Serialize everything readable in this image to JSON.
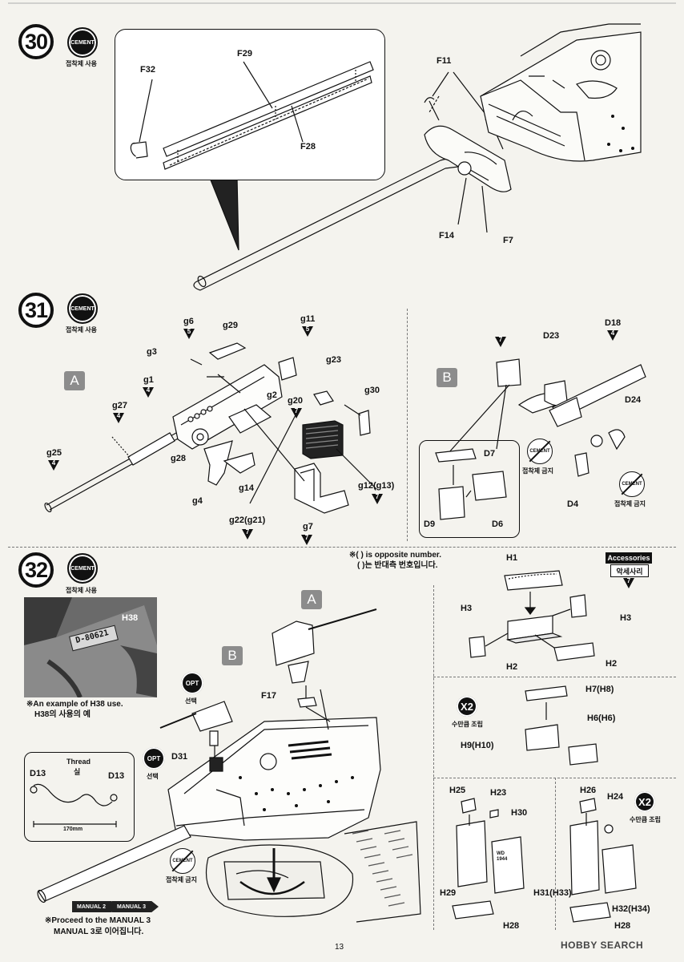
{
  "page_number": "13",
  "watermark": "HOBBY SEARCH",
  "cement_label": "CEMENT",
  "cement_sub": "접착제 사용",
  "no_cement_sub": "접착제 금지",
  "steps": {
    "s30": {
      "number": "30",
      "labels": {
        "F29": "F29",
        "F32": "F32",
        "F28": "F28",
        "F11": "F11",
        "F14": "F14",
        "F7": "F7"
      }
    },
    "s31": {
      "number": "31",
      "panel_a": "A",
      "panel_b": "B",
      "a_labels": {
        "g6": "g6",
        "g6n": "5",
        "g29": "g29",
        "g11": "g11",
        "g11n": "5",
        "g3": "g3",
        "g23": "g23",
        "g1": "g1",
        "g1n": "4",
        "g2": "g2",
        "g20": "g20",
        "g20n": "7",
        "g30": "g30",
        "g27": "g27",
        "g27n": "4",
        "g28": "g28",
        "g25": "g25",
        "g25n": "4",
        "g14": "g14",
        "g12": "g12(g13)",
        "g12n": "7",
        "g4": "g4",
        "g22": "g22(g21)",
        "g22n": "7",
        "g7": "g7",
        "g7n": "7"
      },
      "b_labels": {
        "D23": "D23",
        "D18": "D18",
        "D18n": "4",
        "bn": "7",
        "D24": "D24",
        "D7": "D7",
        "D9": "D9",
        "D6": "D6",
        "D4": "D4"
      }
    },
    "s32": {
      "number": "32",
      "opposite_note_en": "※( ) is opposite number.",
      "opposite_note_ko": "( )는 반대측 번호입니다.",
      "photo_label": "H38",
      "photo_plate": "D-80621",
      "photo_caption_en": "※An example of H38 use.",
      "photo_caption_ko": "H38의 사용의 예",
      "thread_en": "Thread",
      "thread_ko": "실",
      "d13a": "D13",
      "d13b": "D13",
      "thread_len": "170mm",
      "a": "A",
      "b": "B",
      "opt": "OPT",
      "opt_sub": "선택",
      "F17": "F17",
      "D31": "D31",
      "manual2": "MANUAL 2",
      "manual3": "MANUAL 3",
      "proceed_en": "※Proceed to the MANUAL 3",
      "proceed_ko": "MANUAL 3로 이어집니다.",
      "accessories_en": "Accessories",
      "accessories_ko": "악세사리",
      "acc_n": "7",
      "acc_labels": {
        "H1": "H1",
        "H3a": "H3",
        "H3b": "H3",
        "H2a": "H2",
        "H2b": "H2"
      },
      "x2": "X2",
      "x2_sub": "수만큼 조립",
      "mid_labels": {
        "H7": "H7(H8)",
        "H6": "H6(H6)",
        "H9": "H9(H10)"
      },
      "bl_labels": {
        "H25": "H25",
        "H23": "H23",
        "H30": "H30",
        "H29": "H29",
        "H28": "H28"
      },
      "br_labels": {
        "H26": "H26",
        "H24": "H24",
        "H31": "H31(H33)",
        "H32": "H32(H34)",
        "H28": "H28"
      }
    }
  }
}
